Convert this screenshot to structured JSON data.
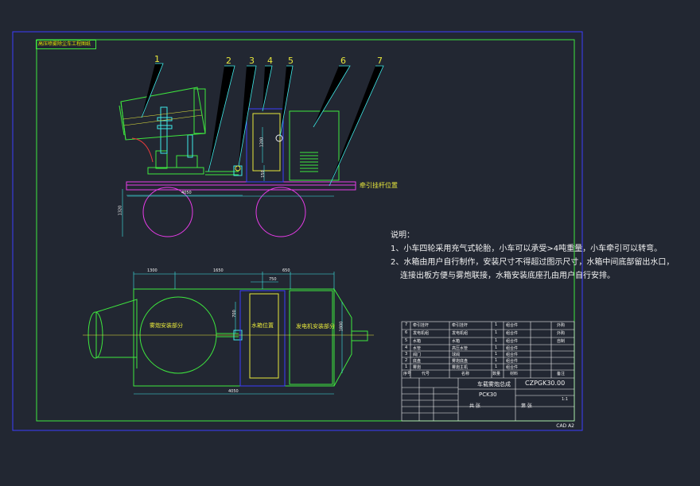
{
  "drawing": {
    "corner_title": "高压喷雾除尘车工程图纸",
    "callouts": [
      "1",
      "2",
      "3",
      "4",
      "5",
      "6",
      "7"
    ],
    "front_label": "牵引挂杆位置",
    "dims_side": {
      "length": "4050",
      "height": "1320",
      "height2": "1200",
      "h3": "150"
    },
    "plan_labels": {
      "cannon": "雾炮安装部分",
      "tank": "水箱位置",
      "generator": "发电机安装部分"
    },
    "dims_plan": {
      "d1": "1300",
      "d2": "1650",
      "d3": "750",
      "d4": "650",
      "d5": "700",
      "d6": "1800",
      "total": "4050"
    },
    "sheet_size": "CAD A2"
  },
  "notes": {
    "heading": "说明：",
    "line1": "1、小车四轮采用充气式轮胎，小车可以承受>4吨重量，小车牵引可以转弯。",
    "line2": "2、水箱由用户自行制作，安装尺寸不得超过图示尺寸，水箱中间底部留出水口，",
    "line3": "连接出板方便与雾炮联接，水箱安装底座孔由用户自行安排。"
  },
  "title_block": {
    "bom_rows": [
      {
        "no": "7",
        "code": "牵引挂杆",
        "name": "牵引挂杆",
        "qty": "1",
        "mat": "组合件",
        "note": "外购"
      },
      {
        "no": "6",
        "code": "发电机组",
        "name": "发电机组",
        "qty": "1",
        "mat": "组合件",
        "note": "外购"
      },
      {
        "no": "5",
        "code": "水箱",
        "name": "水箱",
        "qty": "1",
        "mat": "组合件",
        "note": "自制"
      },
      {
        "no": "4",
        "code": "水管",
        "name": "高压水管",
        "qty": "1",
        "mat": "组合件",
        "note": ""
      },
      {
        "no": "3",
        "code": "阀门",
        "name": "球阀",
        "qty": "1",
        "mat": "组合件",
        "note": ""
      },
      {
        "no": "2",
        "code": "底盘",
        "name": "雾炮底盘",
        "qty": "1",
        "mat": "组合件",
        "note": ""
      },
      {
        "no": "1",
        "code": "雾炮",
        "name": "雾炮主机",
        "qty": "1",
        "mat": "组合件",
        "note": ""
      }
    ],
    "header": {
      "no": "序号",
      "code": "代号",
      "name": "名称",
      "qty": "数量",
      "mat": "材料",
      "note": "备注"
    },
    "drawing_name": "车载雾炮总成",
    "model": "PCK30",
    "drawing_no": "CZPGK30.00",
    "scale": "1:1",
    "sheets": "共 张",
    "sheet": "第 张"
  }
}
